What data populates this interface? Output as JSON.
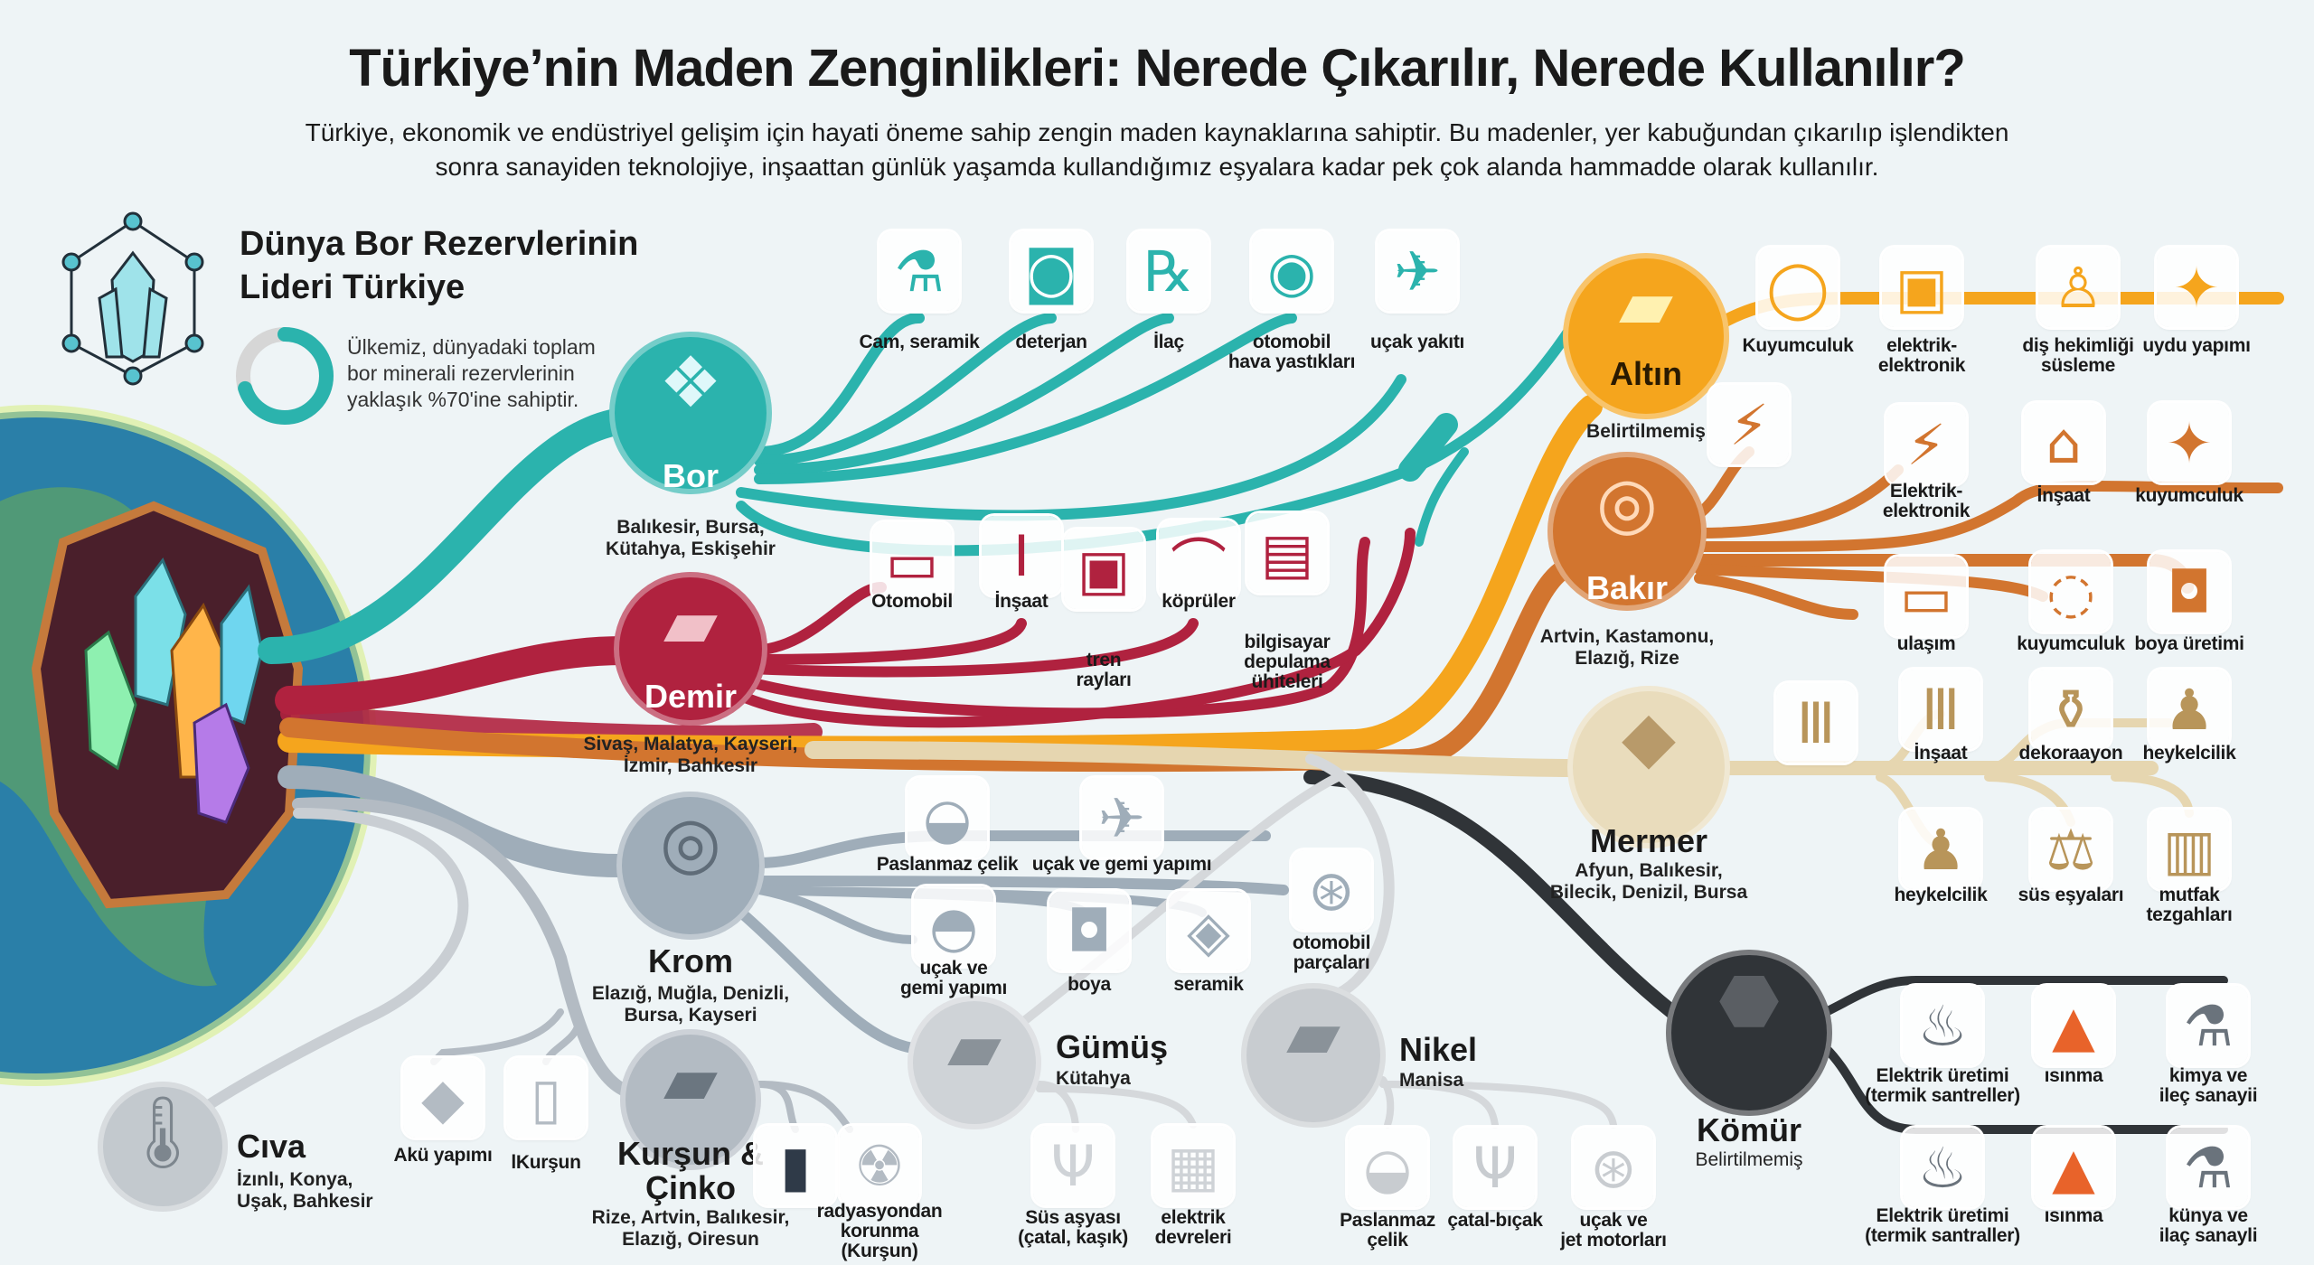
{
  "title": "Türkiye’nin Maden Zenginlikleri: Nerede Çıkarılır, Nerede Kullanılır?",
  "subtitle": "Türkiye, ekonomik ve endüstriyel gelişim için hayati öneme sahip zengin maden kaynaklarına sahiptir. Bu madenler, yer kabuğundan çıkarılıp işlendikten\nsonra sanayiden teknolojiye, inşaattan günlük yaşamda kullandığımız eşyalara kadar pek çok alanda hammadde olarak kullanılır.",
  "bor_fact": {
    "heading": "Dünya Bor Rezervlerinin\nLideri Türkiye",
    "text": "Ülkemiz, dünyadaki toplam\nbor minerali rezervlerinin\nyaklaşık %70'ine sahiptir.",
    "share_percent": 70,
    "icon": "crystal-network-icon"
  },
  "colors": {
    "bor": "#2bb3ad",
    "demir": "#b0223f",
    "altin": "#f5a51d",
    "bakir": "#d2752f",
    "mermer": "#e9dcbc",
    "komur": "#303438",
    "krom": "#9fadb9",
    "kursun": "#b3bbc3",
    "gumus": "#cfd3d7",
    "nikel": "#c8ccd0",
    "civa": "#c3c9ce",
    "background": "#eef4f6"
  },
  "minerals": {
    "bor": {
      "name": "Bor",
      "locations": "Balıkesir, Bursa,\nKütahya, Eskişehir",
      "icon": "crystal-icon",
      "uses": [
        {
          "label": "Cam, seramik",
          "icon": "flask-bottle-icon"
        },
        {
          "label": "deterjan",
          "icon": "washing-machine-icon"
        },
        {
          "label": "İlaç",
          "icon": "medicine-bottle-icon"
        },
        {
          "label": "otomobil\nhava yastıkları",
          "icon": "steering-wheel-airbag-icon"
        },
        {
          "label": "uçak yakıtı",
          "icon": "airplane-icon"
        }
      ]
    },
    "demir": {
      "name": "Demir",
      "locations": "Sivaş, Malatya, Kayseri,\nİzmir, Bahkesir",
      "icon": "iron-icon",
      "uses": [
        {
          "label": "Otomobil",
          "icon": "car-icon"
        },
        {
          "label": "İnşaat",
          "icon": "steel-beam-icon"
        },
        {
          "label": "tren\nrayları",
          "icon": "train-icon"
        },
        {
          "label": "köprüler",
          "icon": "bridge-icon"
        },
        {
          "label": "bilgisayar\ndepulama\nühiteleri",
          "icon": "server-icon"
        }
      ]
    },
    "altin": {
      "name": "Altın",
      "locations": "Belirtilmemiş",
      "icon": "gold-bar-icon",
      "uses": [
        {
          "label": "Kuyumculuk",
          "icon": "ring-icon"
        },
        {
          "label": "elektrik-\nelektronik",
          "icon": "chip-icon"
        },
        {
          "label": "diş hekimliği\nsüsleme",
          "icon": "tooth-icon"
        },
        {
          "label": "uydu yapımı",
          "icon": "satellite-icon"
        }
      ]
    },
    "bakir": {
      "name": "Bakır",
      "locations": "Artvin, Kastamonu,\nElazığ, Rize",
      "icon": "copper-coil-icon",
      "uses": [
        {
          "label": "Elektrik-\nelektronik",
          "icon": "plug-icon"
        },
        {
          "label": "İnşaat",
          "icon": "building-icon"
        },
        {
          "label": "kuyumculuk",
          "icon": "satellite-icon"
        },
        {
          "label": "ulaşım",
          "icon": "bus-icon"
        },
        {
          "label": "kuyumculuk",
          "icon": "necklace-icon"
        },
        {
          "label": "boya üretimi",
          "icon": "paint-bucket-icon"
        }
      ]
    },
    "mermer": {
      "name": "Mermer",
      "locations": "Afyun, Balıkesir,\nBilecik, Denizil, Bursa",
      "icon": "marble-block-icon",
      "uses": [
        {
          "label": "İnşaat",
          "icon": "marble-pillar-icon"
        },
        {
          "label": "dekoraayon",
          "icon": "vase-icon"
        },
        {
          "label": "heykelcilik",
          "icon": "bust-icon"
        },
        {
          "label": "heykelcilik",
          "icon": "bust-icon"
        },
        {
          "label": "süs eşyaları",
          "icon": "scale-icon"
        },
        {
          "label": "mutfak\ntezgahları",
          "icon": "kitchen-counter-icon"
        }
      ]
    },
    "komur": {
      "name": "Kömür",
      "locations": "Belirtilmemiş",
      "icon": "coal-icon",
      "uses": [
        {
          "label": "Elektrik üretimi\n(termik santreller)",
          "icon": "power-plant-icon"
        },
        {
          "label": "ısınma",
          "icon": "fireplace-icon"
        },
        {
          "label": "kimya ve\nileç sanayii",
          "icon": "flasks-icon"
        },
        {
          "label": "Elektrik üretimi\n(termik santraller)",
          "icon": "power-plant-icon"
        },
        {
          "label": "ısınma",
          "icon": "fireplace-icon"
        },
        {
          "label": "künya ve\nilaç sanayli",
          "icon": "flasks-icon"
        }
      ]
    },
    "krom": {
      "name": "Krom",
      "locations": "Elazığ, Muğla, Denizli,\nBursa, Kayseri",
      "icon": "chrome-disc-icon",
      "uses": [
        {
          "label": "Paslanmaz çelik",
          "icon": "pot-icon"
        },
        {
          "label": "uçak ve gemi yapımı",
          "icon": "airplane-ship-icon"
        },
        {
          "label": "uçak ve\ngemi yapımı",
          "icon": "pan-icon"
        },
        {
          "label": "boya",
          "icon": "paint-can-icon"
        },
        {
          "label": "seramik",
          "icon": "tiles-icon"
        },
        {
          "label": "otomobil\nparçaları",
          "icon": "wheel-icon"
        }
      ]
    },
    "kursun": {
      "name": "Kurşun &\nÇinko",
      "locations": "Rize, Artvin, Balıkesir,\nElazığ, Oiresun",
      "icon": "ingots-icon",
      "uses": [
        {
          "label": "Akü yapımı",
          "icon": "ore-icon"
        },
        {
          "label": "lKurşun",
          "icon": "lead-pipe-icon"
        },
        {
          "label": "radyasyondan\nkorunma\n(Kurşun)",
          "icon": "hazmat-icon"
        }
      ]
    },
    "gumus": {
      "name": "Gümüş",
      "locations": "Kütahya",
      "icon": "silver-bar-icon",
      "uses": [
        {
          "label": "Süs aşyası\n(çatal, kaşık)",
          "icon": "cutlery-icon"
        },
        {
          "label": "elektrik\ndevreleri",
          "icon": "circuit-board-icon"
        }
      ]
    },
    "nikel": {
      "name": "Nikel",
      "locations": "Manisa",
      "icon": "nickel-bar-icon",
      "uses": [
        {
          "label": "Paslanmaz\nçelik",
          "icon": "pot-icon"
        },
        {
          "label": "çatal-bıçak",
          "icon": "fork-knife-icon"
        },
        {
          "label": "uçak ve\njet motorları",
          "icon": "jet-engine-icon"
        }
      ]
    },
    "civa": {
      "name": "Cıva",
      "locations": "İzınlı, Konya,\nUşak, Bahkesir",
      "icon": "mercury-thermometer-icon",
      "uses": []
    }
  }
}
